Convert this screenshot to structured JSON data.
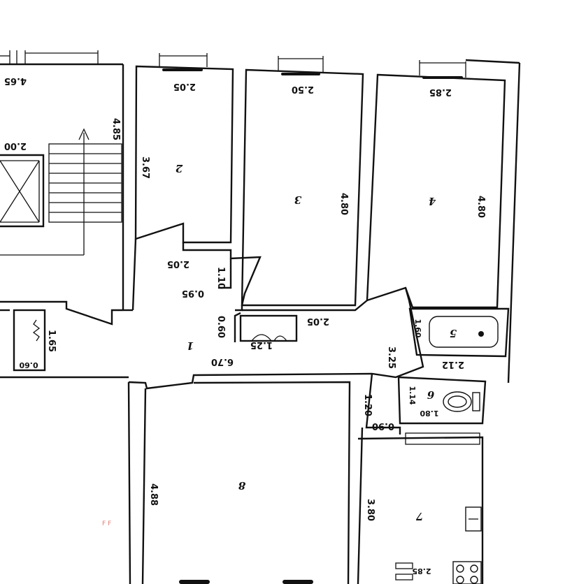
{
  "rooms": [
    {
      "id": "2",
      "number": "2",
      "width": "2.05",
      "length": "3.67"
    },
    {
      "id": "3",
      "number": "3",
      "width": "2.50",
      "length": "4.80"
    },
    {
      "id": "4",
      "number": "4",
      "width": "2.85",
      "length": "4.80"
    },
    {
      "id": "5",
      "number": "5",
      "width": "2.12",
      "length": "1.60"
    },
    {
      "id": "6",
      "number": "6",
      "width": "1.80",
      "length": "1.14"
    },
    {
      "id": "7",
      "number": "7",
      "width": "2.85",
      "length": "3.80"
    },
    {
      "id": "8",
      "number": "8",
      "length": "4.88"
    },
    {
      "id": "1",
      "number": "1",
      "width": "6.70",
      "depth": "0.60"
    }
  ],
  "dimensions": {
    "stair_width": "4.65",
    "stair_length": "4.85",
    "lift_width": "2.00",
    "corridor_width": "2.05",
    "corridor_1_10": "1.10",
    "corridor_0_95": "0.95",
    "closet_width": "1.25",
    "corridor_lower_width": "2.05",
    "bath_link": "3.25",
    "wc_link": "1.20",
    "wc_door": "0.90",
    "left_recess_depth": "1.65",
    "left_recess_width": "0.60"
  },
  "stray_mark": "F F"
}
